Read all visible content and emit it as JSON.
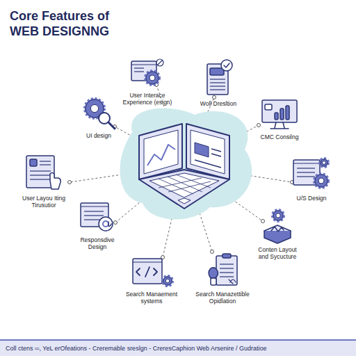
{
  "diagram": {
    "title": "Core Features of WEB DESIGNNG",
    "caption": "Coll ctens ═, YeL erOfeations - Creremable sreslgn - CreresCaphion Web Arsenire / Gudratioe",
    "nodes": [
      {
        "text": [
          "User Interace Experience (esign)"
        ]
      },
      {
        "text": [
          "Woll Dresltion"
        ]
      },
      {
        "text": [
          "UI design"
        ]
      },
      {
        "text": [
          "CMC Consilng"
        ]
      },
      {
        "text": [
          "User Layou Iting Tirusutior"
        ]
      },
      {
        "text": [
          "U/S Design"
        ]
      },
      {
        "text": [
          "Responsdive Design"
        ]
      },
      {
        "text": [
          "Conten Layout and Sycucture"
        ]
      },
      {
        "text": [
          "Search Manaement systems"
        ]
      },
      {
        "text": [
          "Search Manazettible Opidlation"
        ]
      }
    ]
  }
}
